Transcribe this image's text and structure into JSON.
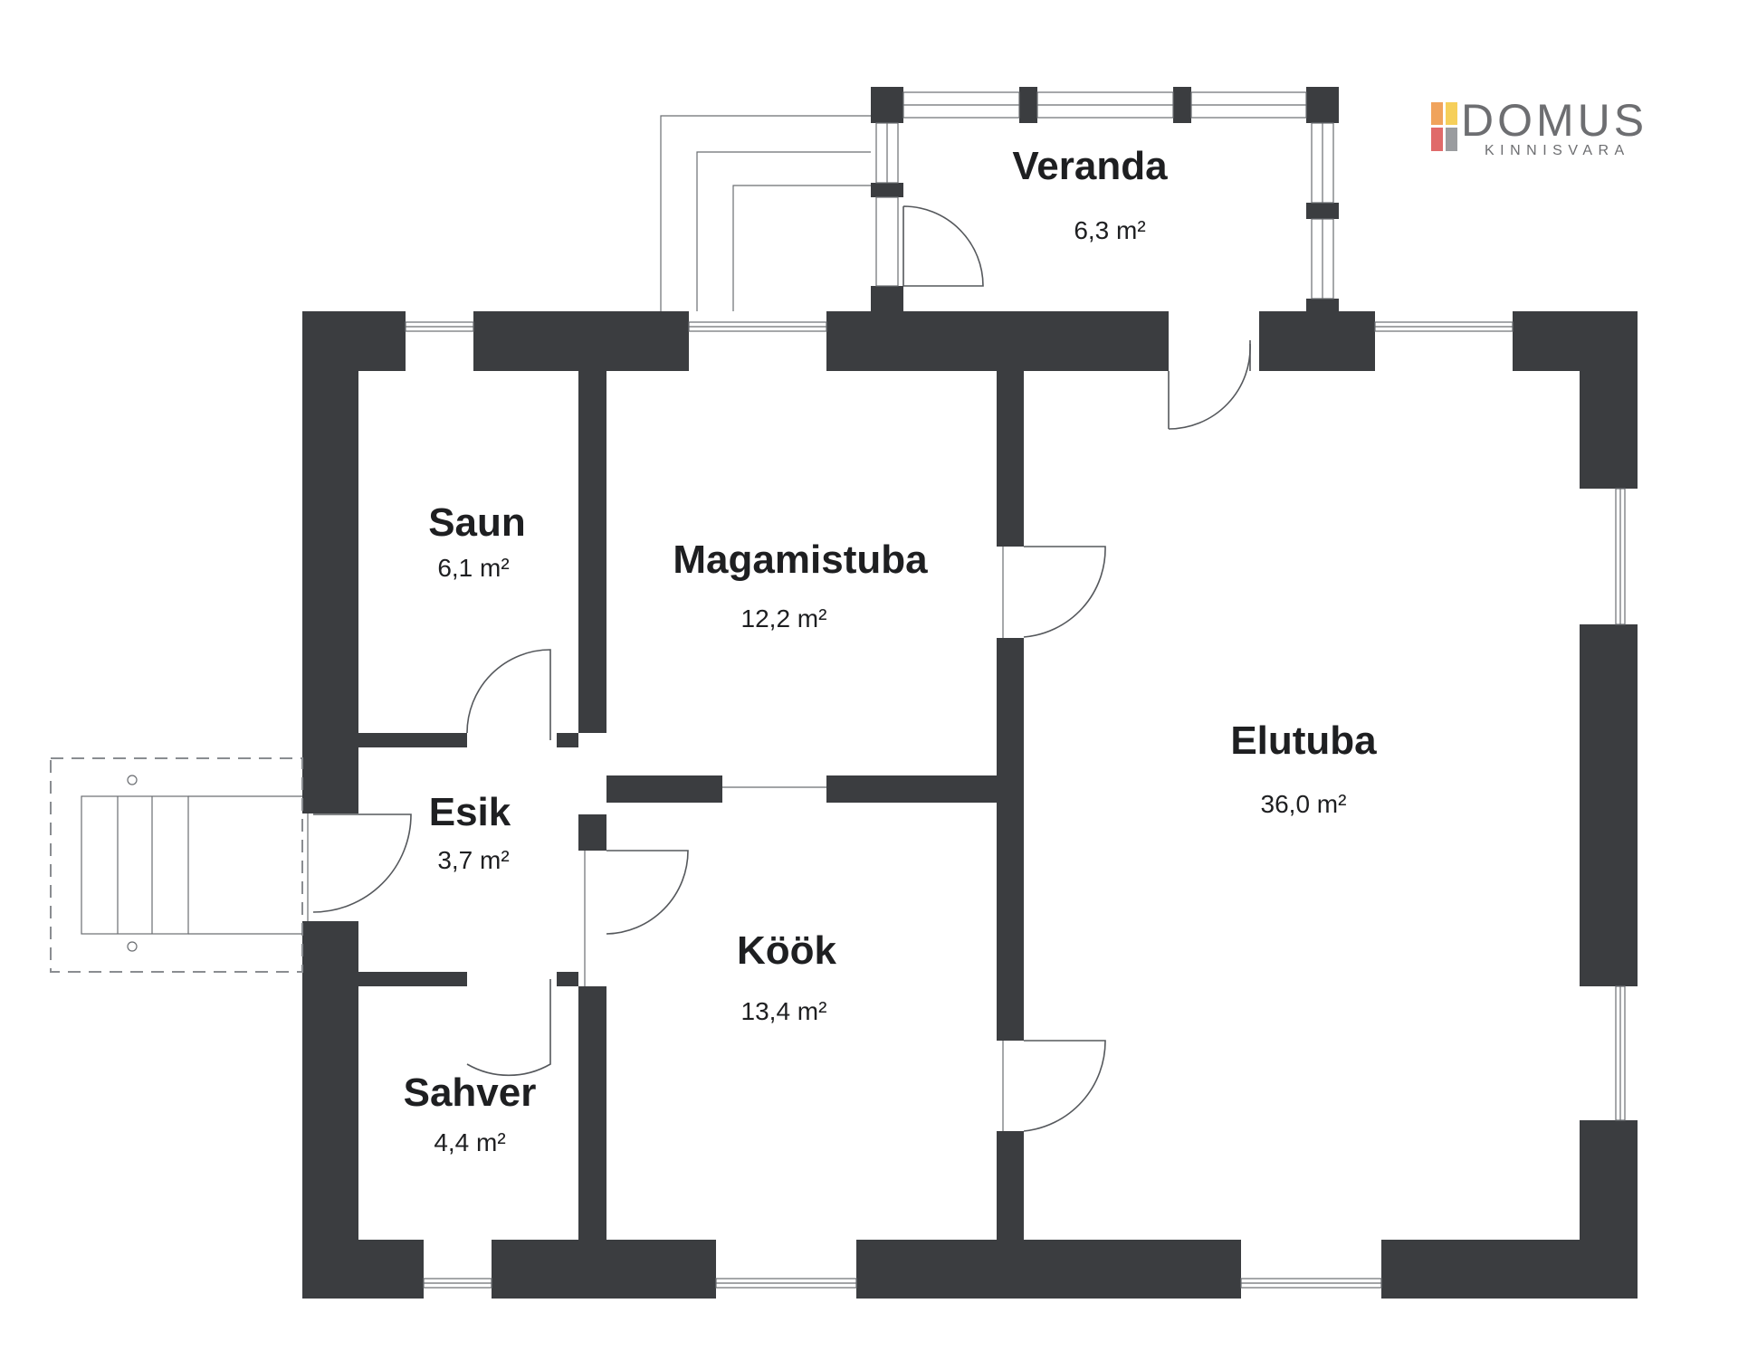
{
  "brand": {
    "name": "DOMUS",
    "tagline": "KINNISVARA",
    "colors": {
      "orange": "#f0a35c",
      "yellow": "#f6cf5a",
      "red": "#e06a6a",
      "gray": "#9a9c9f",
      "text": "#6d6e71"
    }
  },
  "rooms": [
    {
      "id": "veranda",
      "name": "Veranda",
      "area": "6,3 m²"
    },
    {
      "id": "saun",
      "name": "Saun",
      "area": "6,1 m²"
    },
    {
      "id": "magamistuba",
      "name": "Magamistuba",
      "area": "12,2 m²"
    },
    {
      "id": "elutuba",
      "name": "Elutuba",
      "area": "36,0 m²"
    },
    {
      "id": "esik",
      "name": "Esik",
      "area": "3,7 m²"
    },
    {
      "id": "kook",
      "name": "Köök",
      "area": "13,4 m²"
    },
    {
      "id": "sahver",
      "name": "Sahver",
      "area": "4,4 m²"
    }
  ],
  "colors": {
    "wall": "#3b3d40",
    "background": "#ffffff"
  }
}
